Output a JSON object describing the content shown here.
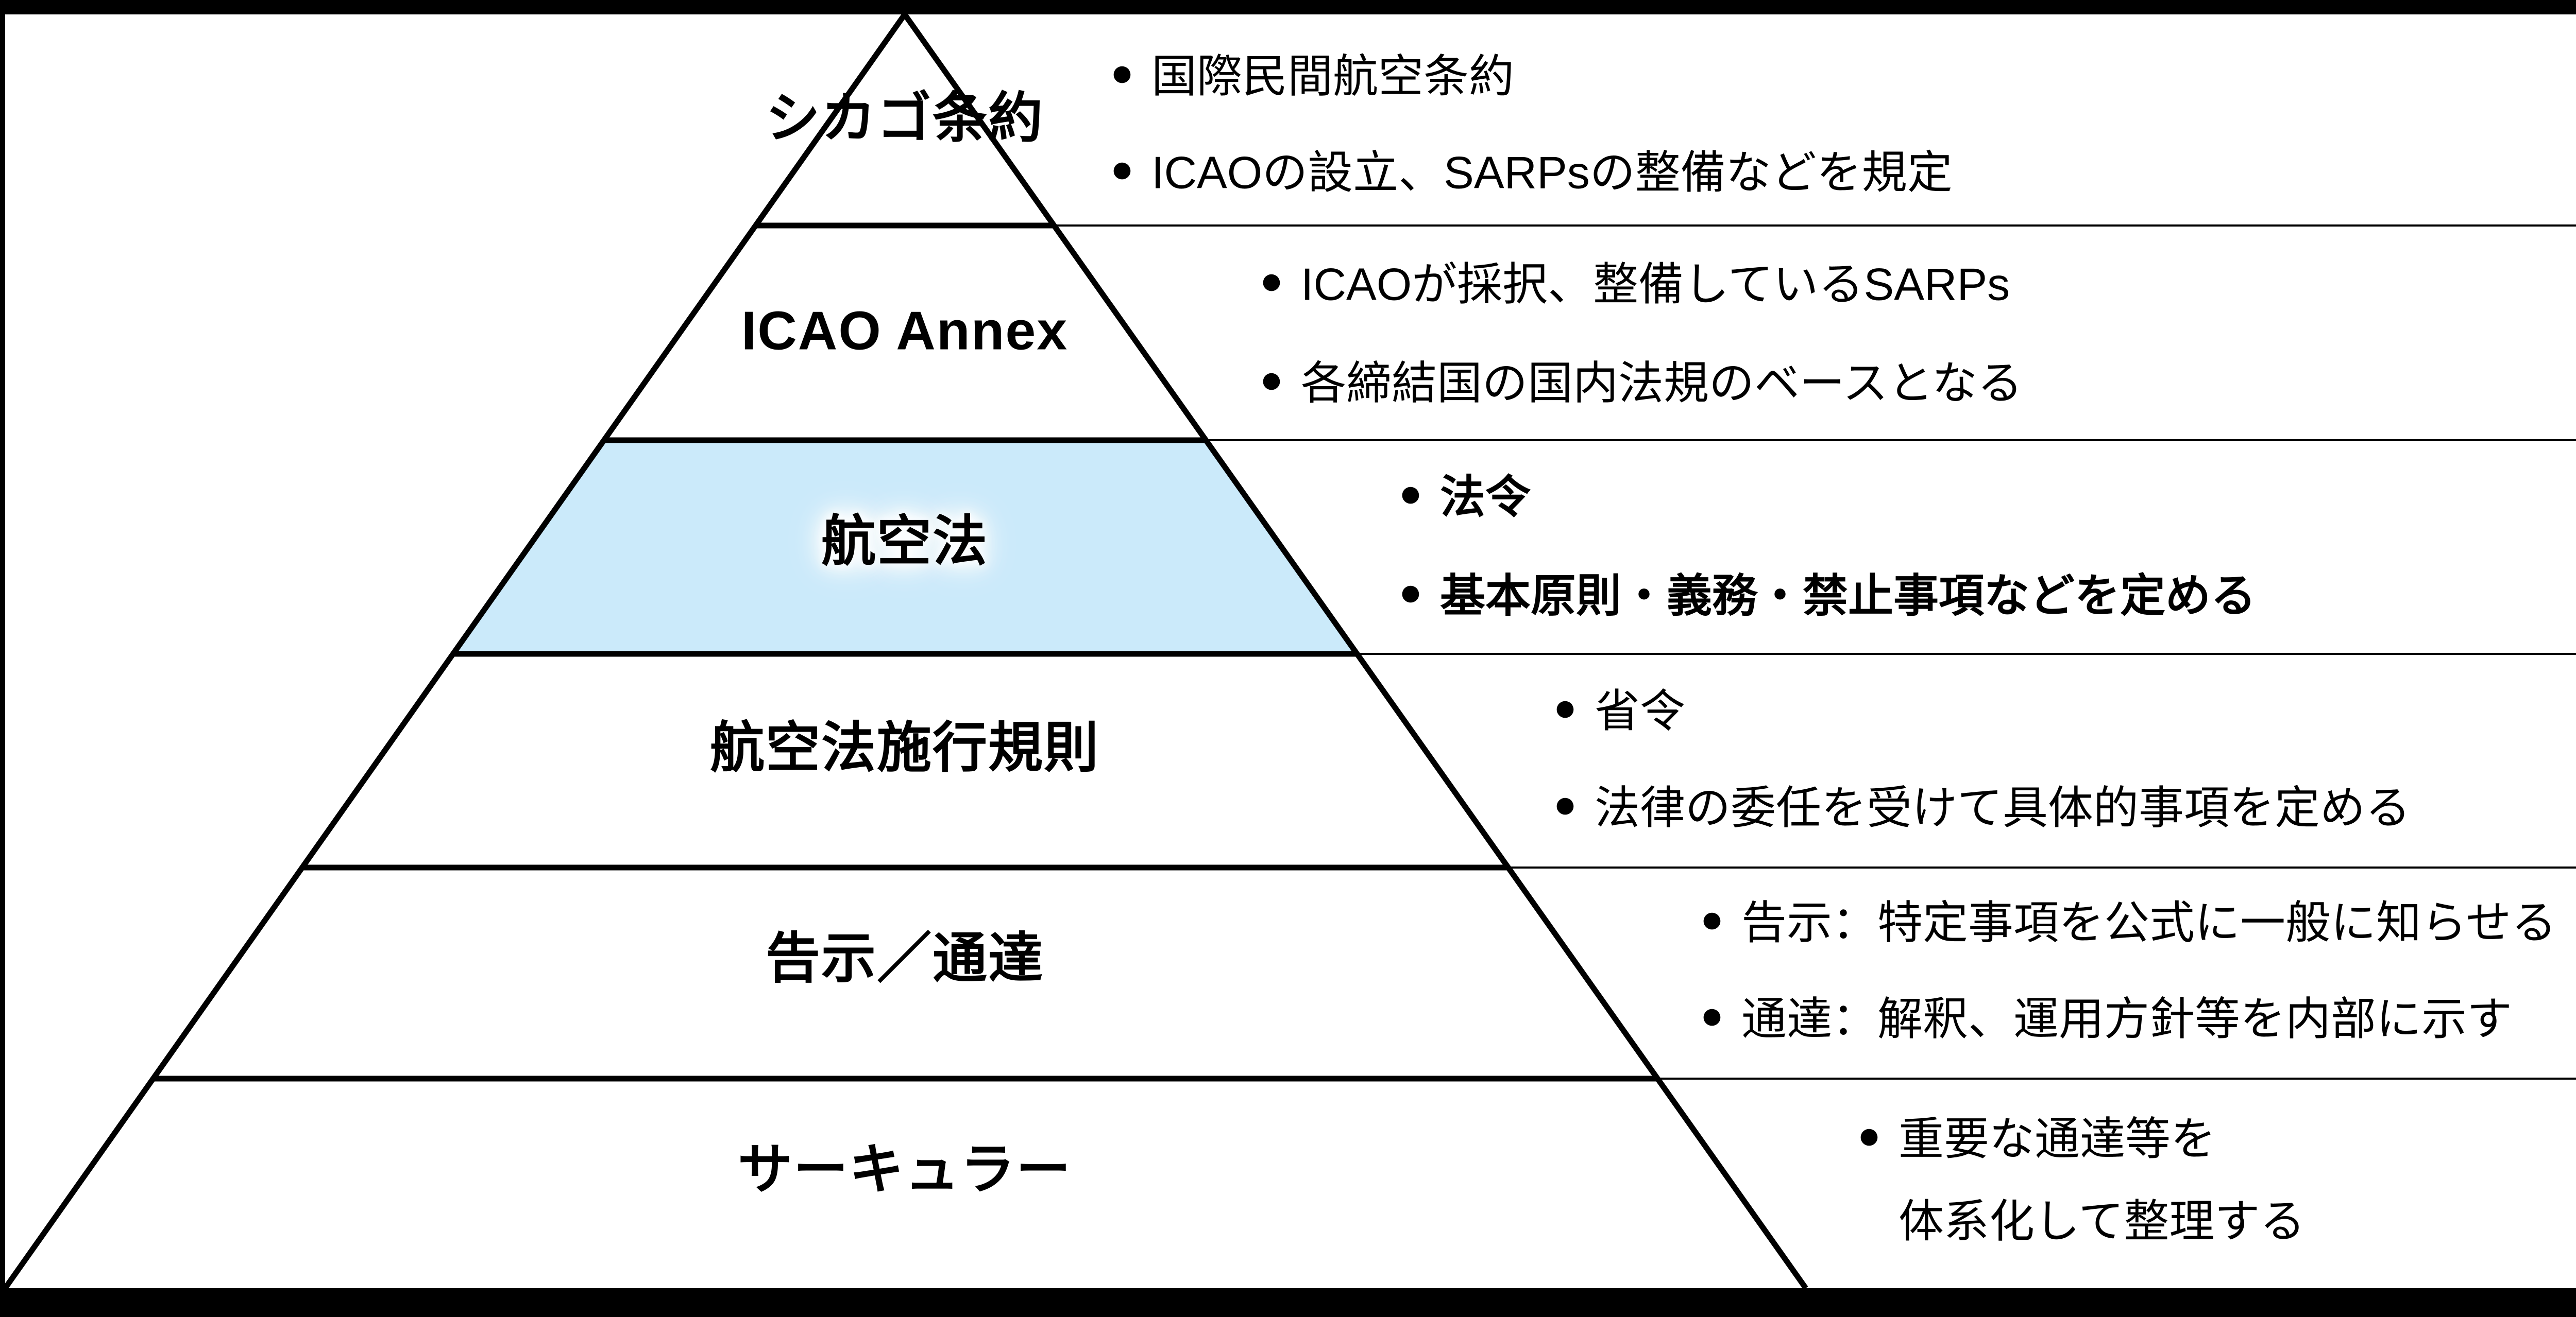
{
  "colors": {
    "frame": "#000000",
    "content_background": "#ffffff",
    "line": "#000000",
    "highlight_fill": "#cbeafa",
    "text": "#000000"
  },
  "pyramid": {
    "levels": [
      {
        "id": "chicago-convention",
        "label": "シカゴ条約",
        "highlighted": false,
        "bullets": [
          "国際民間航空条約",
          "ICAOの設立、SARPsの整備などを規定"
        ]
      },
      {
        "id": "icao-annex",
        "label": "ICAO Annex",
        "highlighted": false,
        "bullets": [
          "ICAOが採択、整備しているSARPs",
          "各締結国の国内法規のベースとなる"
        ]
      },
      {
        "id": "aviation-act",
        "label": "航空法",
        "highlighted": true,
        "bullets": [
          "法令",
          "基本原則・義務・禁止事項などを定める"
        ]
      },
      {
        "id": "enforcement-regulations",
        "label": "航空法施行規則",
        "highlighted": false,
        "bullets": [
          "省令",
          "法律の委任を受けて具体的事項を定める"
        ]
      },
      {
        "id": "notifications-circulars",
        "label": "告示／通達",
        "highlighted": false,
        "bullets": [
          "告示：特定事項を公式に一般に知らせる",
          "通達：解釈、運用方針等を内部に示す"
        ]
      },
      {
        "id": "circular",
        "label": "サーキュラー",
        "highlighted": false,
        "bullets": [
          "重要な通達等を"
        ],
        "bullet_continuation": "体系化して整理する"
      }
    ]
  }
}
